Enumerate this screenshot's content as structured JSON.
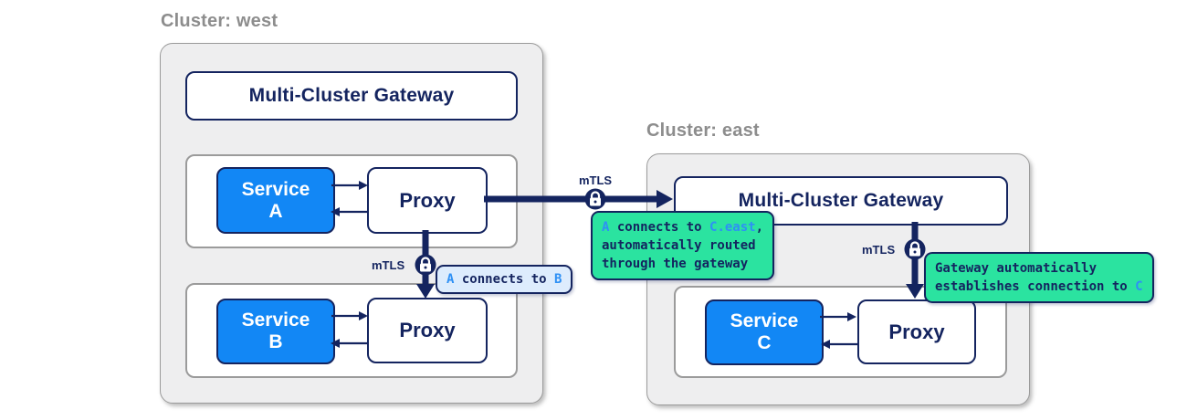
{
  "colors": {
    "navy": "#14245f",
    "service_blue": "#1287f5",
    "token_blue": "#2e90f5",
    "mint_green": "#2be3a0",
    "tooltip_blue_bg": "#ddecfd",
    "cluster_bg": "#eeeeef",
    "title_gray": "#8d8d8d"
  },
  "clusters": {
    "west": {
      "title": "Cluster: west",
      "gateway_label": "Multi-Cluster Gateway",
      "pods": [
        {
          "service_line1": "Service",
          "service_line2": "A",
          "proxy_label": "Proxy"
        },
        {
          "service_line1": "Service",
          "service_line2": "B",
          "proxy_label": "Proxy"
        }
      ]
    },
    "east": {
      "title": "Cluster: east",
      "gateway_label": "Multi-Cluster Gateway",
      "pods": [
        {
          "service_line1": "Service",
          "service_line2": "C",
          "proxy_label": "Proxy"
        }
      ]
    }
  },
  "mtls_labels": {
    "west_vertical": "mTLS",
    "cross_cluster": "mTLS",
    "east_vertical": "mTLS"
  },
  "tooltips": {
    "a_to_b": {
      "lines": [
        [
          {
            "t": "A",
            "c": "blue"
          },
          {
            "t": " connects to ",
            "c": "navy"
          },
          {
            "t": "B",
            "c": "blue"
          }
        ]
      ]
    },
    "a_to_c_east": {
      "lines": [
        [
          {
            "t": "A",
            "c": "blue"
          },
          {
            "t": " connects to ",
            "c": "navy"
          },
          {
            "t": "C.east",
            "c": "blue"
          },
          {
            "t": ",",
            "c": "navy"
          }
        ],
        [
          {
            "t": "automatically routed",
            "c": "navy"
          }
        ],
        [
          {
            "t": "through the gateway",
            "c": "navy"
          }
        ]
      ]
    },
    "gateway_to_c": {
      "lines": [
        [
          {
            "t": "Gateway automatically",
            "c": "navy"
          }
        ],
        [
          {
            "t": "establishes connection to ",
            "c": "navy"
          },
          {
            "t": "C",
            "c": "blue"
          }
        ]
      ]
    }
  }
}
